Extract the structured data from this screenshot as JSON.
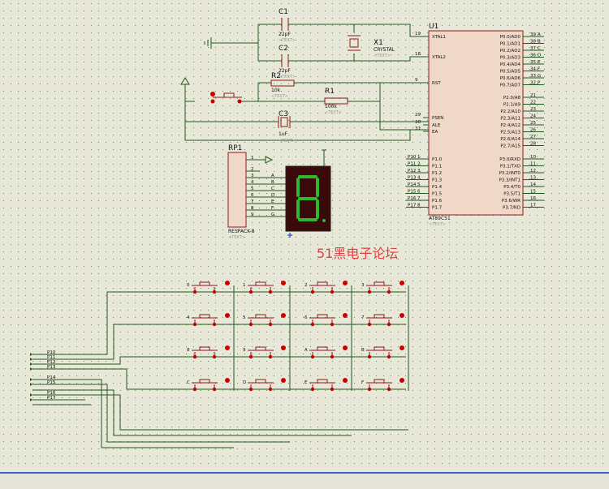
{
  "colors": {
    "background": "#e8e8d8",
    "wire": "#1f5a1f",
    "component": "#8b1a1a",
    "chip_fill": "#f0d8c8",
    "display_bg": "#3a0a0a",
    "segment": "#2db82d",
    "watermark": "#e04040",
    "bottom_bar": "#3a5fcd"
  },
  "placeholder_text": "<TEXT>",
  "components": {
    "c1": {
      "ref": "C1",
      "value": "22pF"
    },
    "c2": {
      "ref": "C2",
      "value": "22pF"
    },
    "x1": {
      "ref": "X1",
      "value": "CRYSTAL"
    },
    "r2": {
      "ref": "R2",
      "value": "10k"
    },
    "r1": {
      "ref": "R1",
      "value": "100k"
    },
    "c3": {
      "ref": "C3",
      "value": "1uF"
    },
    "rp1": {
      "ref": "RP1",
      "value": "RESPACK-8",
      "pins": [
        "1",
        "2",
        "3",
        "4",
        "5",
        "6",
        "7",
        "8",
        "9"
      ]
    },
    "u1": {
      "ref": "U1",
      "value": "AT89C51"
    }
  },
  "segment_labels": [
    "A",
    "B",
    "C",
    "D",
    "E",
    "F",
    "G"
  ],
  "u1_left": [
    {
      "num": "19",
      "name": "XTAL1"
    },
    {
      "num": "18",
      "name": "XTAL2"
    },
    {
      "num": "9",
      "name": "RST"
    },
    {
      "num": "29",
      "name": "PSEN"
    },
    {
      "num": "30",
      "name": "ALE"
    },
    {
      "num": "31",
      "name": "EA"
    }
  ],
  "u1_p1": [
    {
      "num": "1",
      "name": "P1.0",
      "net": "P10"
    },
    {
      "num": "2",
      "name": "P1.1",
      "net": "P11"
    },
    {
      "num": "3",
      "name": "P1.2",
      "net": "P12"
    },
    {
      "num": "4",
      "name": "P1.3",
      "net": "P13"
    },
    {
      "num": "5",
      "name": "P1.4",
      "net": "P14"
    },
    {
      "num": "6",
      "name": "P1.5",
      "net": "P15"
    },
    {
      "num": "7",
      "name": "P1.6",
      "net": "P16"
    },
    {
      "num": "8",
      "name": "P1.7",
      "net": "P17"
    }
  ],
  "u1_p0": [
    {
      "name": "P0.0/AD0",
      "num": "39",
      "net": "A"
    },
    {
      "name": "P0.1/AD1",
      "num": "38",
      "net": "B"
    },
    {
      "name": "P0.2/AD2",
      "num": "37",
      "net": "C"
    },
    {
      "name": "P0.3/AD3",
      "num": "36",
      "net": "D"
    },
    {
      "name": "P0.4/AD4",
      "num": "35",
      "net": "E"
    },
    {
      "name": "P0.5/AD5",
      "num": "34",
      "net": "F"
    },
    {
      "name": "P0.6/AD6",
      "num": "33",
      "net": "G"
    },
    {
      "name": "P0.7/AD7",
      "num": "32",
      "net": "P"
    }
  ],
  "u1_p2": [
    {
      "name": "P2.0/A8",
      "num": "21"
    },
    {
      "name": "P2.1/A9",
      "num": "22"
    },
    {
      "name": "P2.2/A10",
      "num": "23"
    },
    {
      "name": "P2.3/A11",
      "num": "24"
    },
    {
      "name": "P2.4/A12",
      "num": "25"
    },
    {
      "name": "P2.5/A13",
      "num": "26"
    },
    {
      "name": "P2.6/A14",
      "num": "27"
    },
    {
      "name": "P2.7/A15",
      "num": "28"
    }
  ],
  "u1_p3": [
    {
      "name": "P3.0/RXD",
      "num": "10"
    },
    {
      "name": "P3.1/TXD",
      "num": "11"
    },
    {
      "name": "P3.2/INT0",
      "num": "12"
    },
    {
      "name": "P3.3/INT1",
      "num": "13"
    },
    {
      "name": "P3.4/T0",
      "num": "14"
    },
    {
      "name": "P3.5/T1",
      "num": "15"
    },
    {
      "name": "P3.6/WR",
      "num": "16"
    },
    {
      "name": "P3.7/RD",
      "num": "17"
    }
  ],
  "keypad_keys": [
    [
      "0",
      "1",
      "2",
      "3"
    ],
    [
      "4",
      "5",
      "6",
      "7"
    ],
    [
      "8",
      "9",
      "A",
      "B"
    ],
    [
      "C",
      "D",
      "E",
      "F"
    ]
  ],
  "left_nets": [
    "P10",
    "P11",
    "P12",
    "P13",
    "P14",
    "P15",
    "P16",
    "P17"
  ],
  "watermark": "51黑电子论坛"
}
